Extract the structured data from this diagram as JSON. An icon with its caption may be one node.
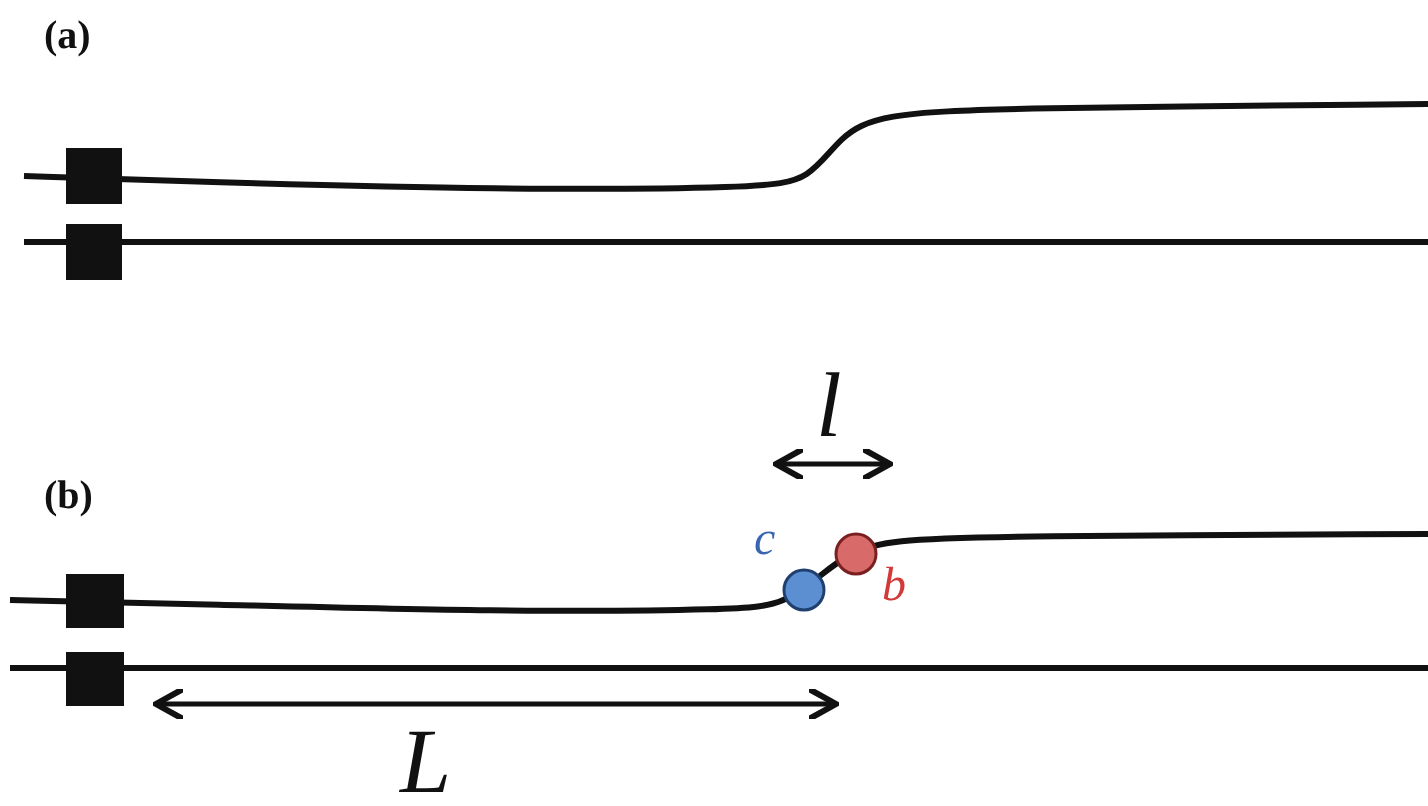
{
  "diagram": {
    "labels": [
      "(a)",
      "l",
      "(b)",
      "c",
      "b",
      "L"
    ]
  }
}
